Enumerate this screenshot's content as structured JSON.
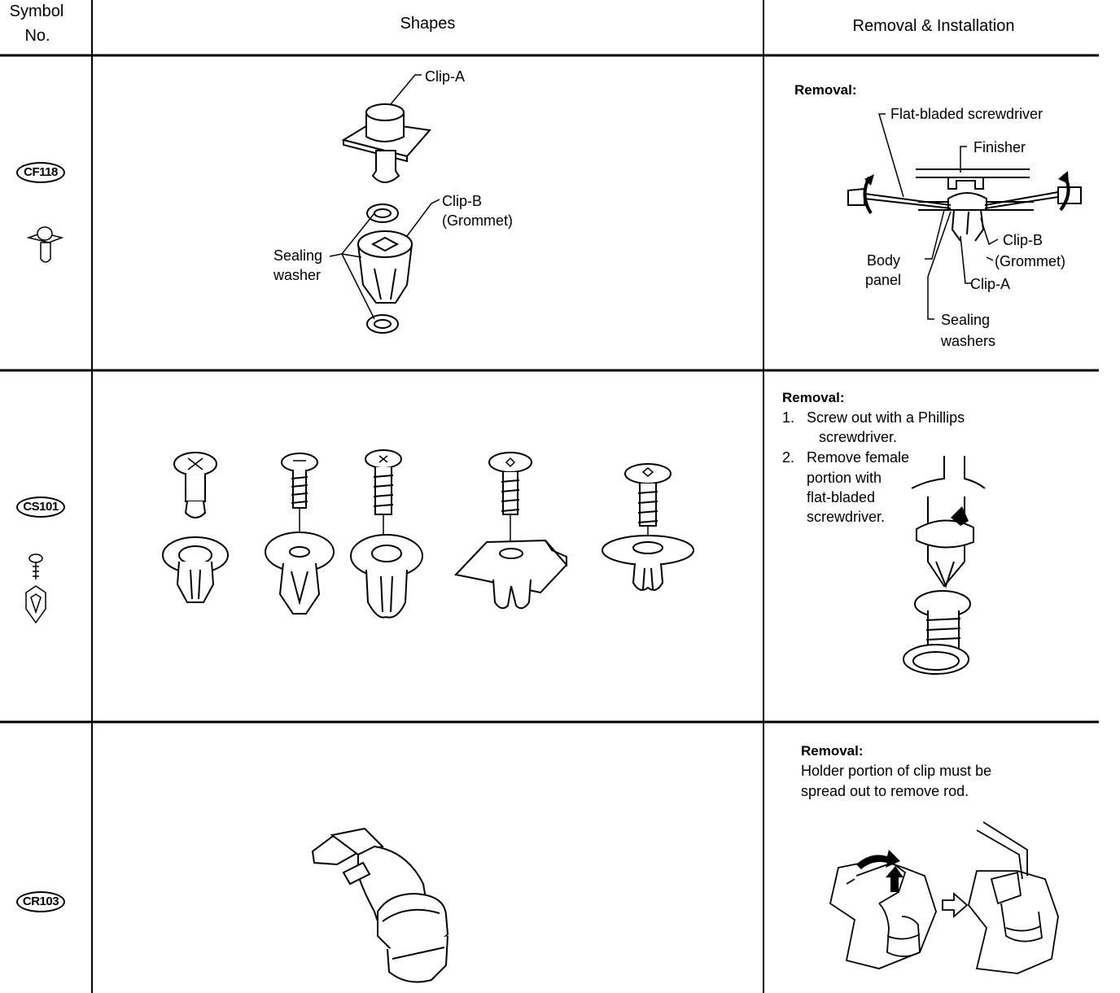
{
  "header": {
    "symbol_line1": "Symbol",
    "symbol_line2": "No.",
    "shapes": "Shapes",
    "removal": "Removal & Installation"
  },
  "rows": [
    {
      "symbol": "CF118",
      "shape_labels": {
        "clip_a": "Clip-A",
        "clip_b_line1": "Clip-B",
        "clip_b_line2": "(Grommet)",
        "sealing_line1": "Sealing",
        "sealing_line2": "washer"
      },
      "removal": {
        "heading": "Removal:",
        "labels": {
          "screwdriver": "Flat-bladed screwdriver",
          "finisher": "Finisher",
          "body_line1": "Body",
          "body_line2": "panel",
          "clip_b_line1": "Clip-B",
          "clip_b_line2": "(Grommet)",
          "clip_a": "Clip-A",
          "washers_line1": "Sealing",
          "washers_line2": "washers"
        }
      }
    },
    {
      "symbol": "CS101",
      "removal": {
        "heading": "Removal:",
        "steps": [
          {
            "num": "1.",
            "lines": [
              "Screw out with a Phillips",
              "screwdriver."
            ]
          },
          {
            "num": "2.",
            "lines": [
              "Remove female",
              "portion with",
              "flat-bladed",
              "screwdriver."
            ]
          }
        ]
      }
    },
    {
      "symbol": "CR103",
      "removal": {
        "heading": "Removal:",
        "text_line1": "Holder portion of clip must be",
        "text_line2": "spread out to remove rod."
      }
    }
  ]
}
